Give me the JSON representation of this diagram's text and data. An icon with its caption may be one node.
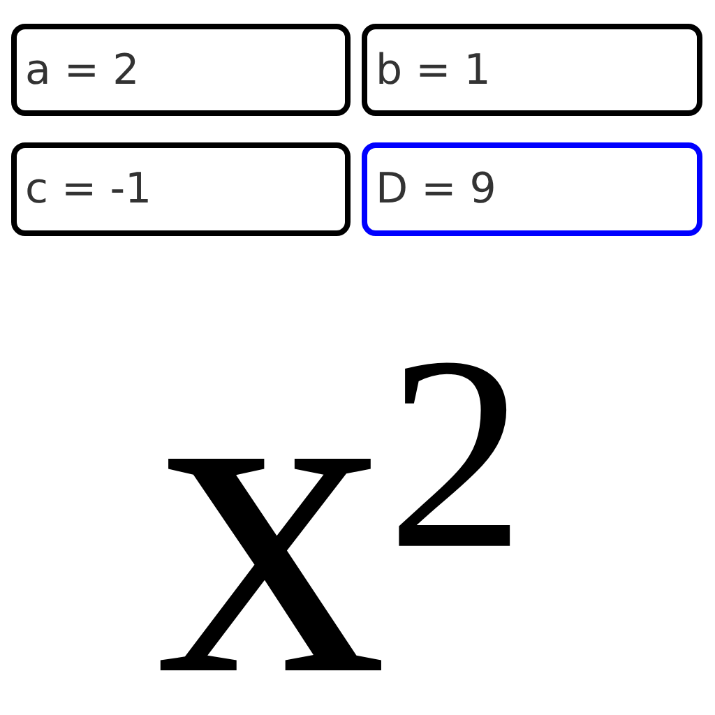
{
  "diagram": {
    "nodes": [
      {
        "text": [
          "a = 2"
        ]
      },
      {
        "text": [
          "b = 1"
        ]
      },
      {
        "text": [
          "c = -1"
        ]
      },
      {
        "text": [
          "D = 9"
        ]
      }
    ],
    "labels": [
      "x$^{2}$"
    ]
  }
}
